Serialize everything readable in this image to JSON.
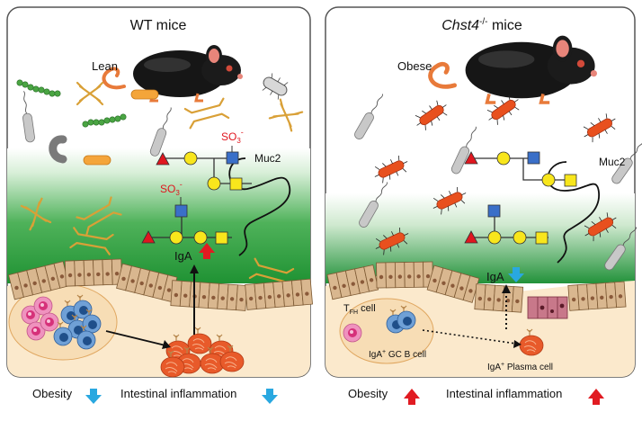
{
  "left_panel": {
    "title": "WT mice",
    "mouse_label": "Lean",
    "mucin_label": "Muc2",
    "sulfate": "SO",
    "sulfate_sub": "3",
    "sulfate_sup": "-",
    "iga_label": "IgA",
    "outcome": {
      "obesity": "Obesity",
      "inflammation": "Intestinal inflammation"
    }
  },
  "right_panel": {
    "title_italic": "Chst4",
    "title_sup": "-/-",
    "title_rest": " mice",
    "mouse_label": "Obese",
    "mucin_label": "Muc2",
    "iga_label": "IgA",
    "tfh_T": "T",
    "tfh_sub": "FH",
    "tfh_rest": " cell",
    "gc_iga": "IgA",
    "gc_sup": "+",
    "gc_rest": " GC B cell",
    "plasma_iga": "IgA",
    "plasma_sup": "+",
    "plasma_rest": " Plasma cell",
    "outcome": {
      "obesity": "Obesity",
      "inflammation": "Intestinal inflammation"
    }
  },
  "colors": {
    "mucus_green": "#2e9e3a",
    "lamina": "#fbe9cc",
    "bacteria_red": "#e8501e",
    "up_arrow": "#e11b22",
    "down_arrow": "#29a8e0",
    "antibody": "#d9a037"
  }
}
